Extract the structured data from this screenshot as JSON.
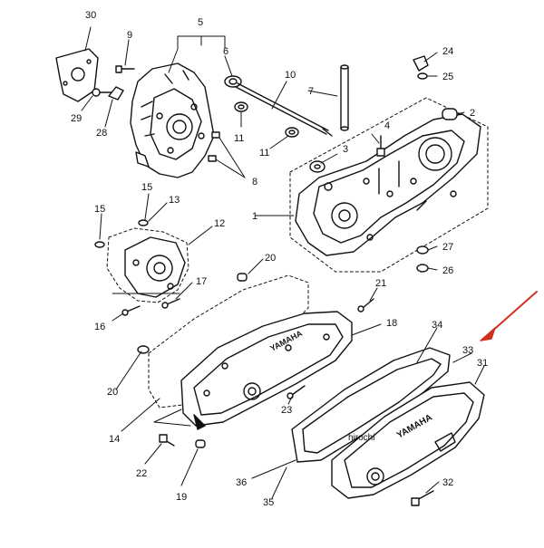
{
  "diagram": {
    "callout_numbers": {
      "n1": "1",
      "n2": "2",
      "n3": "3",
      "n4": "4",
      "n5": "5",
      "n6": "6",
      "n7": "7",
      "n8": "8",
      "n9": "9",
      "n10": "10",
      "n11a": "11",
      "n11b": "11",
      "n12": "12",
      "n13": "13",
      "n14": "14",
      "n15a": "15",
      "n15b": "15",
      "n16": "16",
      "n17": "17",
      "n18": "18",
      "n19": "19",
      "n20a": "20",
      "n20b": "20",
      "n21": "21",
      "n22": "22",
      "n23": "23",
      "n24": "24",
      "n25": "25",
      "n26": "26",
      "n27": "27",
      "n28": "28",
      "n29": "29",
      "n30": "30",
      "n31": "31",
      "n32": "32",
      "n33": "33",
      "n34": "34",
      "n35": "35",
      "n36": "36"
    },
    "cover_logos": {
      "inner": "YAMAHA",
      "outer": "YAMAHA"
    },
    "watermark": "hirochi",
    "arrow_color": "#d0311d",
    "line_color": "#111111"
  }
}
